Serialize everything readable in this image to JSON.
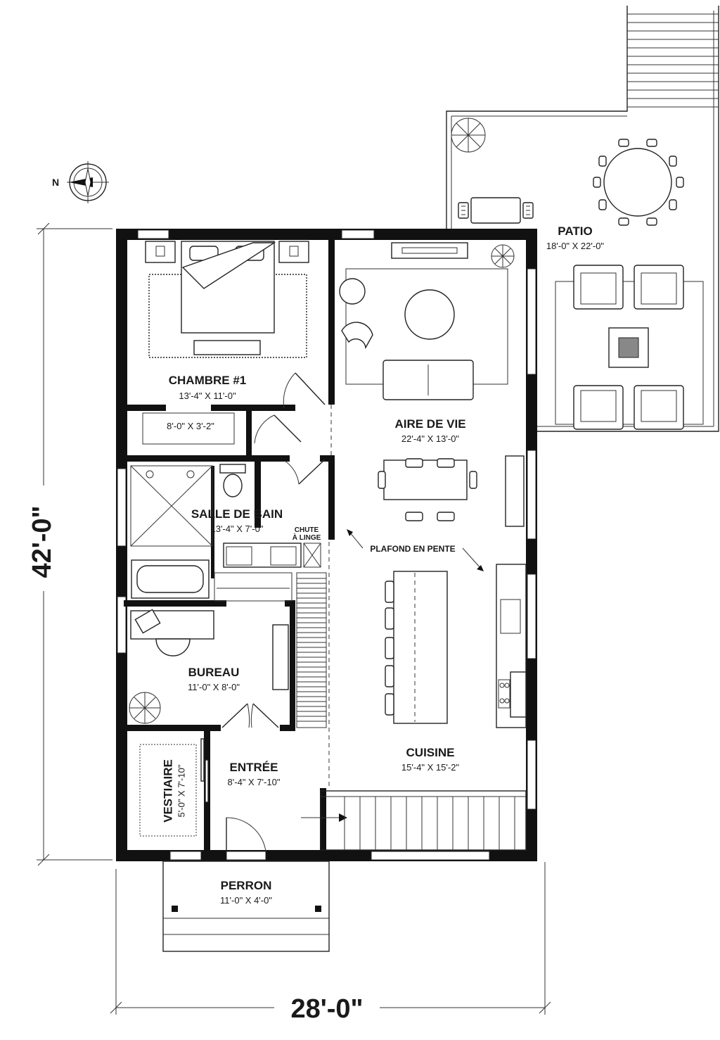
{
  "compass": {
    "label": "N"
  },
  "overall": {
    "depth": "42'-0\"",
    "width": "28'-0\""
  },
  "rooms": {
    "chambre1": {
      "name": "CHAMBRE #1",
      "dims": "13'-4\" X 11'-0\""
    },
    "closet": {
      "dims": "8'-0\" X 3'-2\""
    },
    "salle_de_bain": {
      "name": "SALLE DE BAIN",
      "dims": "13'-4\" X 7'-0\""
    },
    "chute": {
      "line1": "CHUTE",
      "line2": "À LINGE"
    },
    "bureau": {
      "name": "BUREAU",
      "dims": "11'-0\" X 8'-0\""
    },
    "vestiaire": {
      "name": "VESTIAIRE",
      "dims": "5'-0\" X 7'-10\""
    },
    "entree": {
      "name": "ENTRÉE",
      "dims": "8'-4\" X 7'-10\""
    },
    "perron": {
      "name": "PERRON",
      "dims": "11'-0\" X 4'-0\""
    },
    "aire_de_vie": {
      "name": "AIRE DE VIE",
      "dims": "22'-4\" X 13'-0\""
    },
    "cuisine": {
      "name": "CUISINE",
      "dims": "15'-4\" X 15'-2\""
    },
    "patio": {
      "name": "PATIO",
      "dims": "18'-0\" X 22'-0\""
    }
  },
  "annotations": {
    "ceiling": "PLAFOND EN PENTE"
  }
}
